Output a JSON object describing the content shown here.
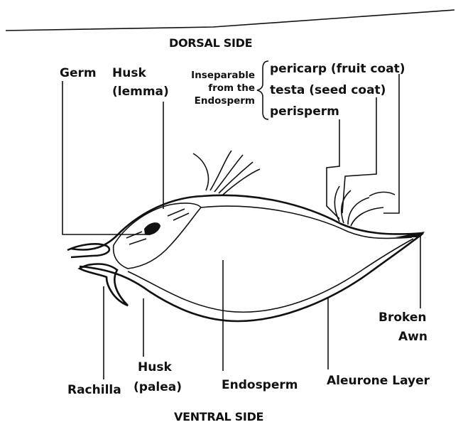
{
  "headers": {
    "dorsal": "DORSAL SIDE",
    "ventral": "VENTRAL SIDE"
  },
  "labels": {
    "germ": "Germ",
    "husk_lemma_1": "Husk",
    "husk_lemma_2": "(lemma)",
    "inseparable_1": "Inseparable",
    "inseparable_2": "from the",
    "inseparable_3": "Endosperm",
    "pericarp": "pericarp (fruit coat)",
    "testa": "testa (seed coat)",
    "perisperm": "perisperm",
    "broken_awn_1": "Broken",
    "broken_awn_2": "Awn",
    "rachilla": "Rachilla",
    "husk_palea_1": "Husk",
    "husk_palea_2": "(palea)",
    "endosperm": "Endosperm",
    "aleurone": "Aleurone Layer"
  }
}
